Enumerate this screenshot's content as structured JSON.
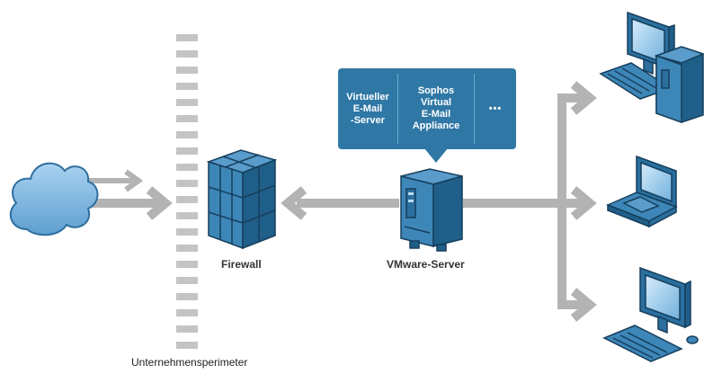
{
  "labels": {
    "firewall": "Firewall",
    "vmware_server": "VMware-Server",
    "perimeter": "Unternehmensperimeter"
  },
  "appliance_bubble": {
    "items": [
      "Virtueller\nE-Mail\n-Server",
      "Sophos\nVirtual\nE-Mail\nAppliance",
      "•••"
    ]
  },
  "colors": {
    "arrow": "#b3b3b3",
    "perimeter": "#c4c4c4",
    "device_dark": "#1f5f89",
    "device_mid": "#3d86b8",
    "device_light": "#7fb6dd",
    "bubble": "#2f78a6"
  },
  "icons": [
    "cloud-icon",
    "firewall-icon",
    "server-tower-icon",
    "desktop-computer-icon",
    "laptop-icon",
    "monitor-keyboard-icon"
  ]
}
